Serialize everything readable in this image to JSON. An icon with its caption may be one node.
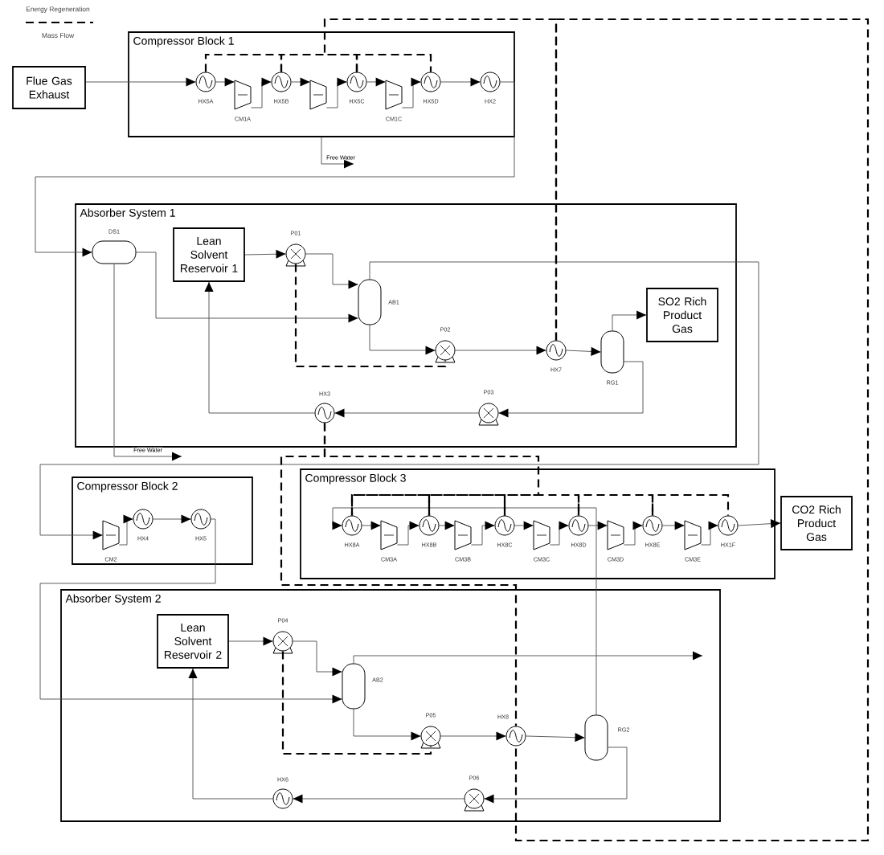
{
  "diagram": {
    "nodes": [
      {
        "text": [
          "Flue Gas Exhaust"
        ]
      },
      {
        "text": [
          "Compressor Block 1"
        ]
      },
      {
        "text": [],
        "shape": "circle",
        "in": 1,
        "beside": [
          "HX5A"
        ]
      },
      {
        "text": [],
        "shape": "trapezoid",
        "in": 1,
        "beside": [
          "CM1A"
        ]
      },
      {
        "text": [],
        "shape": "circle",
        "in": 1,
        "beside": [
          "HX5B"
        ]
      },
      {
        "text": [],
        "shape": "trapezoid",
        "in": 1
      },
      {
        "text": [],
        "shape": "circle",
        "in": 1,
        "beside": [
          "HX5C"
        ]
      },
      {
        "text": [],
        "shape": "trapezoid",
        "in": 1,
        "beside": [
          "CM1C"
        ]
      },
      {
        "text": [],
        "shape": "circle",
        "in": 1,
        "beside": [
          "HX5D"
        ]
      },
      {
        "text": [],
        "shape": "circle",
        "in": 1,
        "beside": [
          "HX2"
        ]
      },
      {
        "text": [
          "Absorber System 1"
        ]
      },
      {
        "text": [],
        "shape": "cylinder",
        "in": 10,
        "beside": [
          "DS1"
        ]
      },
      {
        "text": [
          "Lean Solvent Reservoir 1"
        ],
        "in": 10
      },
      {
        "text": [],
        "shape": "pump",
        "in": 10,
        "beside": [
          "P01"
        ]
      },
      {
        "text": [],
        "shape": "cylinder",
        "in": 10,
        "beside": [
          "AB1"
        ]
      },
      {
        "text": [],
        "shape": "pump",
        "in": 10,
        "beside": [
          "P02"
        ]
      },
      {
        "text": [],
        "shape": "circle",
        "in": 10,
        "beside": [
          "HX7"
        ]
      },
      {
        "text": [],
        "shape": "cylinder",
        "in": 10,
        "beside": [
          "RG1"
        ]
      },
      {
        "text": [
          "SO2 Rich Product Gas"
        ],
        "in": 10
      },
      {
        "text": [],
        "shape": "pump",
        "in": 10,
        "beside": [
          "P03"
        ]
      },
      {
        "text": [],
        "shape": "circle",
        "in": 10,
        "beside": [
          "HX3"
        ]
      },
      {
        "text": [
          "Compressor Block 2"
        ]
      },
      {
        "text": [],
        "shape": "trapezoid",
        "in": 21,
        "beside": [
          "CM2"
        ]
      },
      {
        "text": [],
        "shape": "circle",
        "in": 21,
        "beside": [
          "HX4"
        ]
      },
      {
        "text": [],
        "shape": "circle",
        "in": 21,
        "beside": [
          "HX5"
        ]
      },
      {
        "text": [
          "Compressor Block 3"
        ]
      },
      {
        "text": [],
        "shape": "circle",
        "in": 25,
        "beside": [
          "HX8A"
        ]
      },
      {
        "text": [],
        "shape": "trapezoid",
        "in": 25,
        "beside": [
          "CM3A"
        ]
      },
      {
        "text": [],
        "shape": "circle",
        "in": 25,
        "beside": [
          "HX8B"
        ]
      },
      {
        "text": [],
        "shape": "trapezoid",
        "in": 25,
        "beside": [
          "CM3B"
        ]
      },
      {
        "text": [],
        "shape": "circle",
        "in": 25,
        "beside": [
          "HX8C"
        ]
      },
      {
        "text": [],
        "shape": "trapezoid",
        "in": 25,
        "beside": [
          "CM3C"
        ]
      },
      {
        "text": [],
        "shape": "circle",
        "in": 25,
        "beside": [
          "HX8D"
        ]
      },
      {
        "text": [],
        "shape": "trapezoid",
        "in": 25,
        "beside": [
          "CM3D"
        ]
      },
      {
        "text": [],
        "shape": "circle",
        "in": 25,
        "beside": [
          "HX8E"
        ]
      },
      {
        "text": [],
        "shape": "trapezoid",
        "in": 25,
        "beside": [
          "CM3E"
        ]
      },
      {
        "text": [],
        "shape": "circle",
        "in": 25,
        "beside": [
          "HX1F"
        ]
      },
      {
        "text": [
          "CO2 Rich Product Gas"
        ]
      },
      {
        "text": [
          "Absorber System 2"
        ]
      },
      {
        "text": [
          "Lean Solvent Reservoir 2"
        ],
        "in": 38
      },
      {
        "text": [],
        "shape": "pump",
        "in": 38,
        "beside": [
          "P04"
        ]
      },
      {
        "text": [],
        "shape": "cylinder",
        "in": 38,
        "beside": [
          "AB2"
        ]
      },
      {
        "text": [],
        "shape": "pump",
        "in": 38,
        "beside": [
          "P05"
        ]
      },
      {
        "text": [],
        "shape": "circle",
        "in": 38,
        "beside": [
          "HX8"
        ]
      },
      {
        "text": [],
        "shape": "cylinder",
        "in": 38,
        "beside": [
          "RG2"
        ]
      },
      {
        "text": [],
        "shape": "pump",
        "in": 38,
        "beside": [
          "P06"
        ]
      },
      {
        "text": [],
        "shape": "circle",
        "in": 38,
        "beside": [
          "HX6"
        ]
      }
    ],
    "edges": [
      {
        "from": 0,
        "to": 2,
        "arrow": "to"
      },
      {
        "from": 2,
        "to": 3,
        "arrow": "to"
      },
      {
        "from": 3,
        "to": 4,
        "arrow": "to"
      },
      {
        "from": 4,
        "to": 5,
        "arrow": "to"
      },
      {
        "from": 5,
        "to": 6,
        "arrow": "to"
      },
      {
        "from": 6,
        "to": 7,
        "arrow": "to"
      },
      {
        "from": 7,
        "to": 8,
        "arrow": "to"
      },
      {
        "from": 8,
        "to": 9,
        "arrow": "to"
      },
      {
        "from": 9,
        "to": 11,
        "arrow": "to"
      },
      {
        "from": 1,
        "to": null,
        "arrow": "to",
        "label": "Free Water"
      },
      {
        "from": 11,
        "to": 14,
        "arrow": "to"
      },
      {
        "from": 11,
        "to": null,
        "arrow": "to",
        "label": "Free Water"
      },
      {
        "from": 12,
        "to": 13,
        "arrow": "to"
      },
      {
        "from": 13,
        "to": 14,
        "arrow": "to"
      },
      {
        "from": 14,
        "to": 15,
        "arrow": "to"
      },
      {
        "from": 15,
        "to": 16,
        "arrow": "to"
      },
      {
        "from": 16,
        "to": 17,
        "arrow": "to"
      },
      {
        "from": 17,
        "to": 18,
        "arrow": "to"
      },
      {
        "from": 17,
        "to": 19,
        "arrow": "to"
      },
      {
        "from": 19,
        "to": 20,
        "arrow": "to"
      },
      {
        "from": 20,
        "to": 12,
        "arrow": "to"
      },
      {
        "from": 14,
        "to": 22,
        "arrow": "to"
      },
      {
        "from": 22,
        "to": 23,
        "arrow": "to"
      },
      {
        "from": 23,
        "to": 24,
        "arrow": "to"
      },
      {
        "from": 24,
        "to": 41,
        "arrow": "to"
      },
      {
        "from": 26,
        "to": 27,
        "arrow": "to"
      },
      {
        "from": 27,
        "to": 28,
        "arrow": "to"
      },
      {
        "from": 28,
        "to": 29,
        "arrow": "to"
      },
      {
        "from": 29,
        "to": 30,
        "arrow": "to"
      },
      {
        "from": 30,
        "to": 31,
        "arrow": "to"
      },
      {
        "from": 31,
        "to": 32,
        "arrow": "to"
      },
      {
        "from": 32,
        "to": 33,
        "arrow": "to"
      },
      {
        "from": 33,
        "to": 34,
        "arrow": "to"
      },
      {
        "from": 34,
        "to": 35,
        "arrow": "to"
      },
      {
        "from": 35,
        "to": 36,
        "arrow": "to"
      },
      {
        "from": 36,
        "to": 37,
        "arrow": "to"
      },
      {
        "from": 44,
        "to": 26,
        "arrow": "to"
      },
      {
        "from": 39,
        "to": 40,
        "arrow": "to"
      },
      {
        "from": 40,
        "to": 41,
        "arrow": "to"
      },
      {
        "from": 41,
        "to": null,
        "arrow": "to"
      },
      {
        "from": 41,
        "to": 42,
        "arrow": "to"
      },
      {
        "from": 42,
        "to": 43,
        "arrow": "to"
      },
      {
        "from": 43,
        "to": 44,
        "arrow": "to"
      },
      {
        "from": 44,
        "to": 45,
        "arrow": "to"
      },
      {
        "from": 45,
        "to": 46,
        "arrow": "to"
      },
      {
        "from": 46,
        "to": 39,
        "arrow": "to"
      },
      {
        "from": 2,
        "to": 4,
        "arrow": "none",
        "style": "dashed"
      },
      {
        "from": 4,
        "to": 6,
        "arrow": "none",
        "style": "dashed"
      },
      {
        "from": 6,
        "to": 8,
        "arrow": "none",
        "style": "dashed"
      },
      {
        "from": 6,
        "to": 16,
        "arrow": "none",
        "style": "dashed"
      },
      {
        "from": 16,
        "to": 43,
        "arrow": "none",
        "style": "dashed"
      },
      {
        "from": 13,
        "to": 15,
        "arrow": "none",
        "style": "dashed"
      },
      {
        "from": 20,
        "to": 26,
        "arrow": "none",
        "style": "dashed"
      },
      {
        "from": 26,
        "to": 28,
        "arrow": "none",
        "style": "dashed"
      },
      {
        "from": 28,
        "to": 30,
        "arrow": "none",
        "style": "dashed"
      },
      {
        "from": 30,
        "to": 32,
        "arrow": "none",
        "style": "dashed"
      },
      {
        "from": 32,
        "to": 34,
        "arrow": "none",
        "style": "dashed"
      },
      {
        "from": 34,
        "to": 36,
        "arrow": "none",
        "style": "dashed"
      },
      {
        "from": 20,
        "to": 43,
        "arrow": "none",
        "style": "dashed"
      },
      {
        "from": 40,
        "to": 42,
        "arrow": "none",
        "style": "dashed"
      }
    ],
    "legend": [
      {
        "text": "Energy Regeneration"
      },
      {
        "text": "Mass Flow"
      }
    ]
  }
}
